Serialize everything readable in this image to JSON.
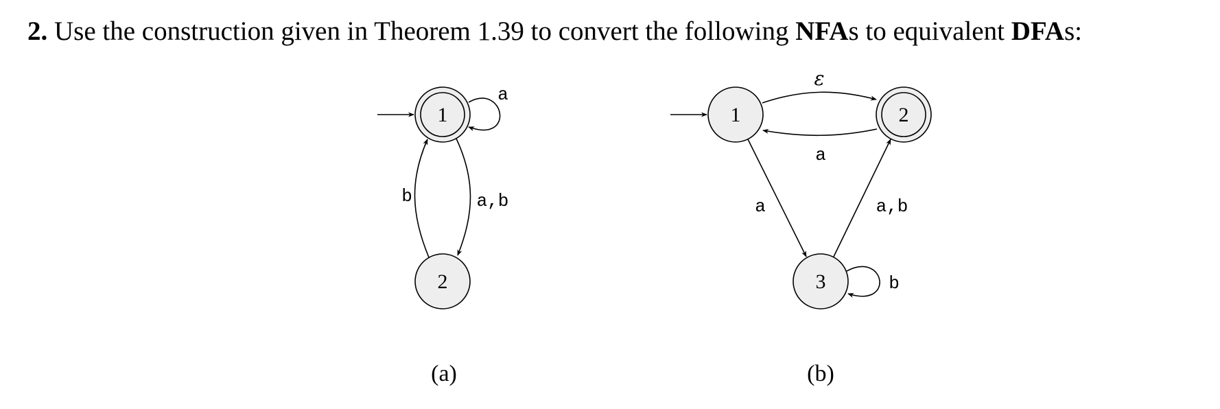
{
  "problem": {
    "number": "2.",
    "text_before": " Use the construction given in Theorem 1.39 to convert the following ",
    "nfa": "NFA",
    "s1": "s to equivalent ",
    "dfa": "DFA",
    "s2": "s:"
  },
  "diagrams": [
    {
      "caption": "(a)",
      "states": [
        {
          "label": "1",
          "start": true,
          "accept": true
        },
        {
          "label": "2",
          "start": false,
          "accept": false
        }
      ],
      "transitions": [
        {
          "from": "1",
          "to": "1",
          "label": "a"
        },
        {
          "from": "1",
          "to": "2",
          "label": "a,b"
        },
        {
          "from": "2",
          "to": "1",
          "label": "b"
        }
      ]
    },
    {
      "caption": "(b)",
      "states": [
        {
          "label": "1",
          "start": true,
          "accept": false
        },
        {
          "label": "2",
          "start": false,
          "accept": true
        },
        {
          "label": "3",
          "start": false,
          "accept": false
        }
      ],
      "transitions": [
        {
          "from": "1",
          "to": "2",
          "label": "ε"
        },
        {
          "from": "2",
          "to": "1",
          "label": "a"
        },
        {
          "from": "1",
          "to": "3",
          "label": "a"
        },
        {
          "from": "3",
          "to": "2",
          "label": "a,b"
        },
        {
          "from": "3",
          "to": "3",
          "label": "b"
        }
      ]
    }
  ]
}
